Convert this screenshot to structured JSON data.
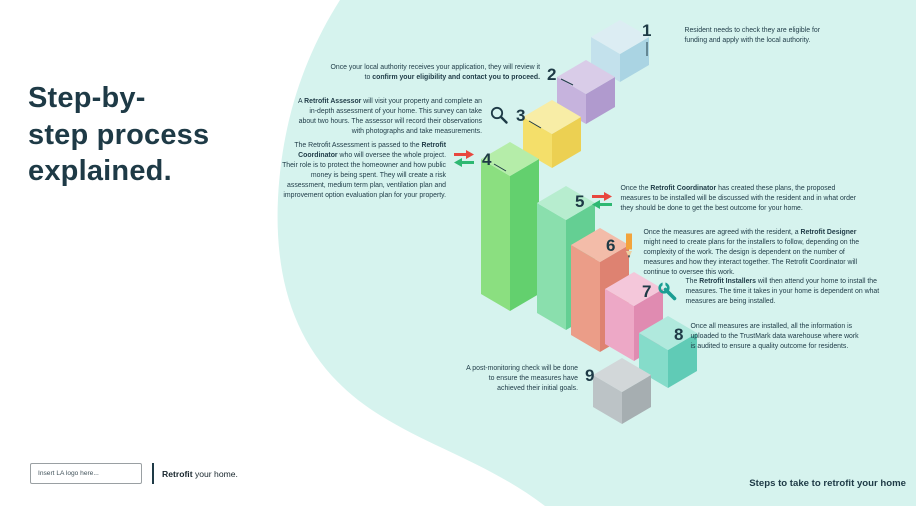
{
  "title": "Step-by-\nstep process\nexplained.",
  "footer": {
    "logo_placeholder": "Insert LA logo here...",
    "brand_bold": "Retrofit",
    "brand_rest": " your home.",
    "tagline": "Steps to take to retrofit your home"
  },
  "colors": {
    "background": "#ffffff",
    "blob": "#d6f3ee",
    "ink": "#1e3a46",
    "arrow_red": "#e8473f",
    "arrow_green": "#2eb872",
    "pencil": "#f2a33c",
    "pencil_tip": "#eccfa0",
    "wrench": "#1b9e93"
  },
  "steps": [
    {
      "number": "1",
      "cube": {
        "top": "#dcedf3",
        "left": "#c3e1ec",
        "right": "#aad4e3"
      },
      "runs": [
        {
          "t": "Resident needs to check they are eligible for funding and apply with the local authority."
        }
      ]
    },
    {
      "number": "2",
      "cube": {
        "top": "#d9cce8",
        "left": "#c6b3dd",
        "right": "#b09ace"
      },
      "runs": [
        {
          "t": "Once your local authority receives your application, they will review it to "
        },
        {
          "t": "confirm your eligibility and contact you to proceed.",
          "b": true
        }
      ]
    },
    {
      "number": "3",
      "icon": "magnifier",
      "cube": {
        "top": "#f8eda6",
        "left": "#f4df6a",
        "right": "#ecd052"
      },
      "runs": [
        {
          "t": "A "
        },
        {
          "t": "Retrofit Assessor",
          "b": true
        },
        {
          "t": " will visit your property and complete an in-depth assessment of your home. This survey can take about two hours. The assessor will record their observations with photographs and take measurements."
        }
      ]
    },
    {
      "number": "4",
      "icon": "swap-arrows",
      "cube": {
        "top": "#b5eda9",
        "left": "#8bdf80",
        "right": "#63d06e"
      },
      "runs": [
        {
          "t": "The Retrofit Assessment is passed to the "
        },
        {
          "t": "Retrofit Coordinator",
          "b": true
        },
        {
          "t": " who will oversee the whole project. Their role is to protect the homeowner and how public money is being spent. They will create a risk assessment, medium term plan, ventilation plan and improvement option evaluation plan for your property."
        }
      ]
    },
    {
      "number": "5",
      "icon": "swap-arrows",
      "cube": {
        "top": "#b7edcf",
        "left": "#8adfad",
        "right": "#64cf93"
      },
      "runs": [
        {
          "t": "Once the "
        },
        {
          "t": "Retrofit Coordinator",
          "b": true
        },
        {
          "t": " has created these plans, the proposed measures to be installed will be discussed with the resident and in what order they should be done to get the best outcome for your home."
        }
      ]
    },
    {
      "number": "6",
      "icon": "pencil",
      "cube": {
        "top": "#f3bca9",
        "left": "#eb9d88",
        "right": "#de8271"
      },
      "runs": [
        {
          "t": "Once the measures are agreed with the resident, a "
        },
        {
          "t": "Retrofit Designer",
          "b": true
        },
        {
          "t": " might need to create plans for the installers to follow, depending on the complexity of the work. The design is dependent on the number of measures and how they interact together. The Retrofit Coordinator will continue to oversee this work."
        }
      ]
    },
    {
      "number": "7",
      "icon": "wrench",
      "cube": {
        "top": "#f4c7da",
        "left": "#eda8c6",
        "right": "#e08bb1"
      },
      "runs": [
        {
          "t": "The "
        },
        {
          "t": "Retrofit Installers",
          "b": true
        },
        {
          "t": " will then attend your home to install the measures. The time it takes in your home is dependent on what measures are being installed."
        }
      ]
    },
    {
      "number": "8",
      "cube": {
        "top": "#b0e9dd",
        "left": "#85dcca",
        "right": "#60cbb6"
      },
      "runs": [
        {
          "t": "Once all measures are installed, all the information is uploaded to the TrustMark data warehouse where work is audited to ensure a quality outcome for residents."
        }
      ]
    },
    {
      "number": "9",
      "cube": {
        "top": "#d2d7d9",
        "left": "#bcc3c6",
        "right": "#a6aeb1"
      },
      "runs": [
        {
          "t": "A post-monitoring check will be done to ensure the measures have achieved their initial goals."
        }
      ]
    }
  ]
}
